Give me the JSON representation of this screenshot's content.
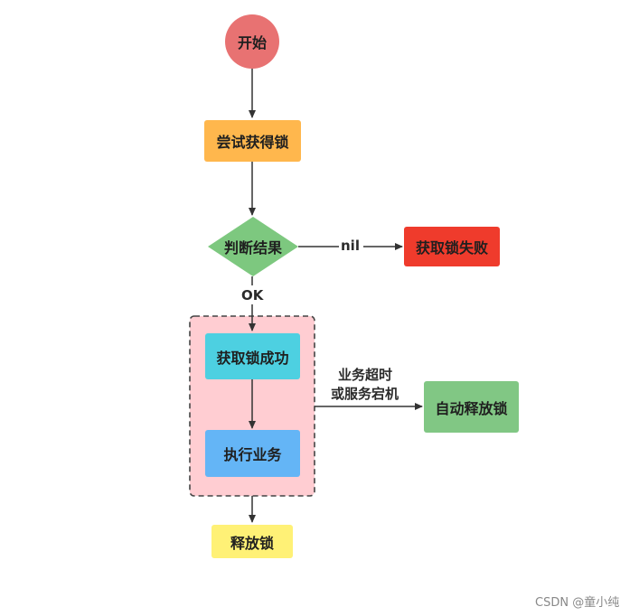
{
  "nodes": {
    "start": "开始",
    "try_lock": "尝试获得锁",
    "judge": "判断结果",
    "fail": "获取锁失败",
    "success": "获取锁成功",
    "business": "执行业务",
    "release": "释放锁",
    "auto_release": "自动释放锁"
  },
  "edges": {
    "nil": "nil",
    "ok": "OK",
    "timeout_line1": "业务超时",
    "timeout_line2": "或服务宕机"
  },
  "watermark": "CSDN @童小纯",
  "colors": {
    "start": "#e87272",
    "try_lock": "#ffb74d",
    "judge": "#7dc87f",
    "fail": "#ef3b2c",
    "success": "#4dd0e1",
    "business": "#64b5f6",
    "release": "#fff176",
    "auto_release": "#81c784",
    "group_fill": "#ffcdd2",
    "group_border": "#444444",
    "edge": "#333333"
  }
}
